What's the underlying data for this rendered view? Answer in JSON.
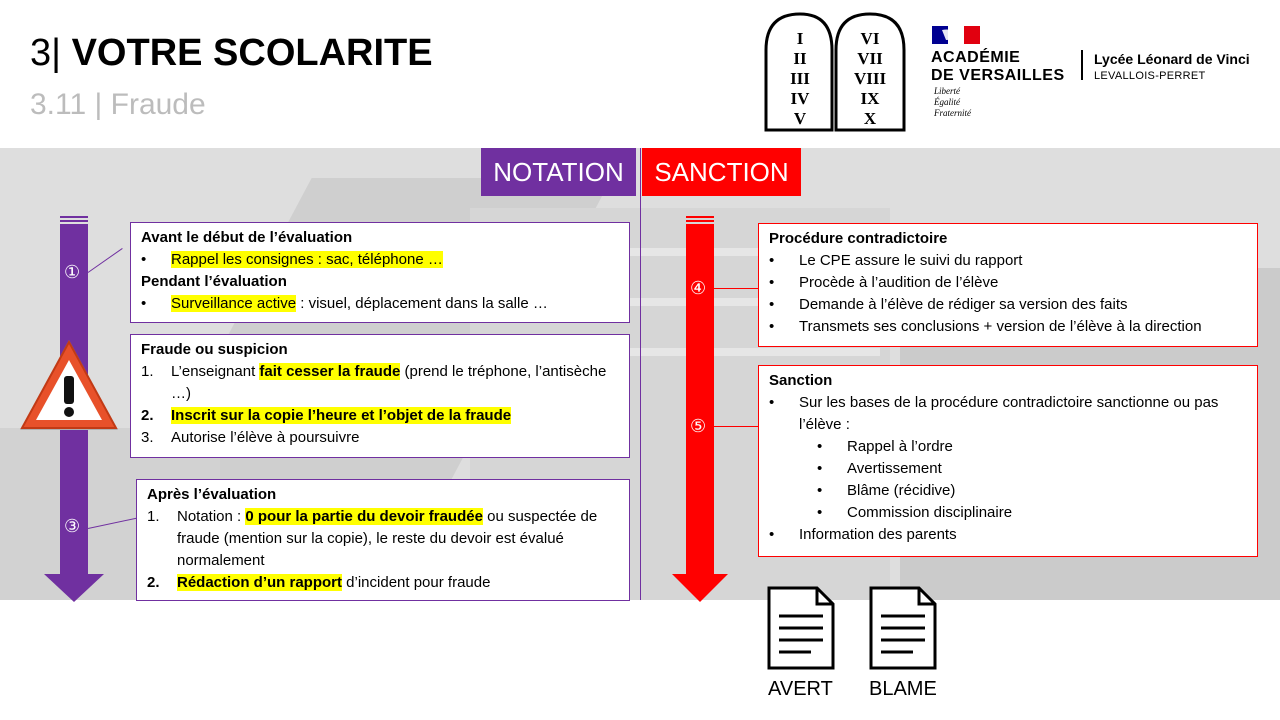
{
  "header": {
    "section_number": "3|",
    "section_title": "VOTRE SCOLARITE",
    "subtitle": "3.11 | Fraude"
  },
  "logos": {
    "tablets_left": [
      "I",
      "II",
      "III",
      "IV",
      "V"
    ],
    "tablets_right": [
      "VI",
      "VII",
      "VIII",
      "IX",
      "X"
    ],
    "academie_line1": "ACADÉMIE",
    "academie_line2": "DE VERSAILLES",
    "motto": [
      "Liberté",
      "Égalité",
      "Fraternité"
    ],
    "lycee_name": "Lycée Léonard de Vinci",
    "lycee_city": "LEVALLOIS-PERRET"
  },
  "columns": {
    "notation": "NOTATION",
    "sanction": "SANCTION"
  },
  "steps": {
    "s1": "①",
    "s3": "③",
    "s4": "④",
    "s5": "⑤"
  },
  "box1": {
    "head1": "Avant le début de l’évaluation",
    "bullet": "•",
    "item1": "Rappel les consignes : sac, téléphone …",
    "head2": "Pendant l’évaluation",
    "item2_hl": "Surveillance active",
    "item2_rest": " : visuel, déplacement dans la salle …"
  },
  "box2": {
    "head": "Fraude ou suspicion",
    "n1": "1.",
    "i1_pre": "L’enseignant ",
    "i1_hl": "fait cesser la fraude",
    "i1_post": " (prend le tréphone, l’antisèche …)",
    "n2": "2.",
    "i2_hl": "Inscrit sur la copie l’heure et l’objet de la fraude",
    "n3": "3.",
    "i3": "Autorise l’élève à poursuivre"
  },
  "box3": {
    "head": "Après l’évaluation",
    "n1": "1.",
    "i1_pre": "Notation : ",
    "i1_hl": "0 pour la partie du devoir fraudée",
    "i1_post": " ou suspectée de fraude (mention sur la copie), le reste du devoir est évalué normalement",
    "n2": "2.",
    "i2_hl": "Rédaction d’un rapport",
    "i2_post": " d’incident pour fraude"
  },
  "box4": {
    "head": "Procédure contradictoire",
    "bullet": "•",
    "items": [
      "Le CPE assure le suivi du rapport",
      "Procède à l’audition de l’élève",
      "Demande à l’élève de rédiger sa version des faits",
      "Transmets ses conclusions + version de l’élève à la direction"
    ]
  },
  "box5": {
    "head": "Sanction",
    "bullet": "•",
    "item1": "Sur les bases de la procédure contradictoire sanctionne ou pas l’élève :",
    "sub_items": [
      "Rappel à l’ordre",
      "Avertissement",
      "Blâme (récidive)",
      "Commission disciplinaire"
    ],
    "item2": "Information des parents"
  },
  "documents": {
    "avert": "AVERT",
    "blame": "BLAME"
  },
  "colors": {
    "notation": "#7030a0",
    "sanction": "#ff0000",
    "highlight": "#ffff00"
  }
}
